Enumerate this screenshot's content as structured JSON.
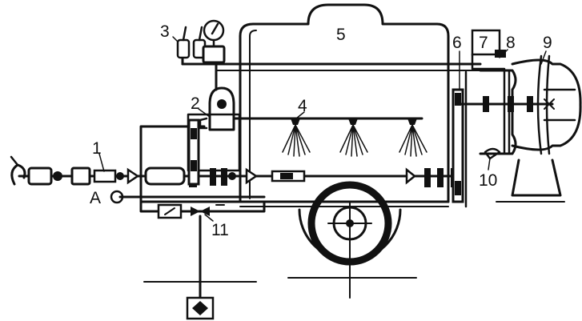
{
  "diagram": {
    "labels": {
      "l1": "1",
      "l2": "2",
      "l3": "3",
      "l4": "4",
      "l5": "5",
      "l6": "6",
      "l7": "7",
      "l8": "8",
      "l9": "9",
      "l10": "10",
      "l11": "11",
      "a": "A"
    }
  }
}
